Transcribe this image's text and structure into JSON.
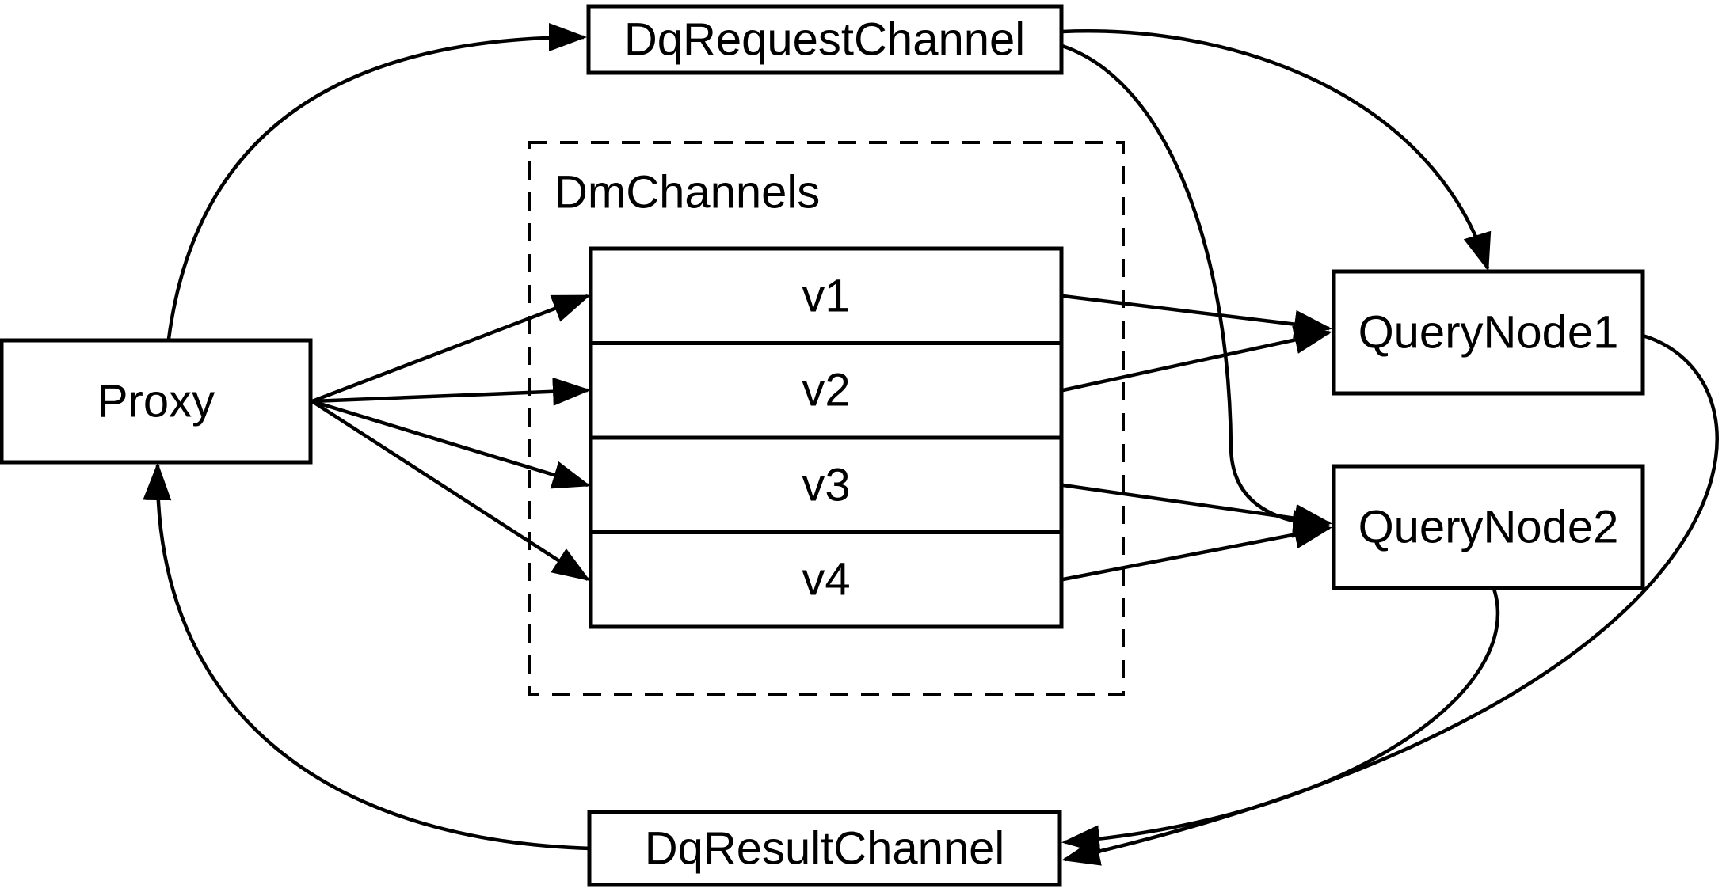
{
  "diagram": {
    "background_color": "#ffffff",
    "stroke_color": "#000000",
    "nodes": {
      "proxy": {
        "label": "Proxy"
      },
      "dq_request_channel": {
        "label": "DqRequestChannel"
      },
      "dm_channels_group": {
        "label": "DmChannels"
      },
      "channels": [
        {
          "label": "v1"
        },
        {
          "label": "v2"
        },
        {
          "label": "v3"
        },
        {
          "label": "v4"
        }
      ],
      "query_node_1": {
        "label": "QueryNode1"
      },
      "query_node_2": {
        "label": "QueryNode2"
      },
      "dq_result_channel": {
        "label": "DqResultChannel"
      }
    },
    "edges": [
      {
        "from": "Proxy",
        "to": "DqRequestChannel"
      },
      {
        "from": "DqRequestChannel",
        "to": "QueryNode1"
      },
      {
        "from": "DqRequestChannel",
        "to": "QueryNode2"
      },
      {
        "from": "Proxy",
        "to": "v1"
      },
      {
        "from": "Proxy",
        "to": "v2"
      },
      {
        "from": "Proxy",
        "to": "v3"
      },
      {
        "from": "Proxy",
        "to": "v4"
      },
      {
        "from": "v1",
        "to": "QueryNode1"
      },
      {
        "from": "v2",
        "to": "QueryNode1"
      },
      {
        "from": "v3",
        "to": "QueryNode2"
      },
      {
        "from": "v4",
        "to": "QueryNode2"
      },
      {
        "from": "QueryNode1",
        "to": "DqResultChannel"
      },
      {
        "from": "QueryNode2",
        "to": "DqResultChannel"
      },
      {
        "from": "DqResultChannel",
        "to": "Proxy"
      }
    ]
  }
}
